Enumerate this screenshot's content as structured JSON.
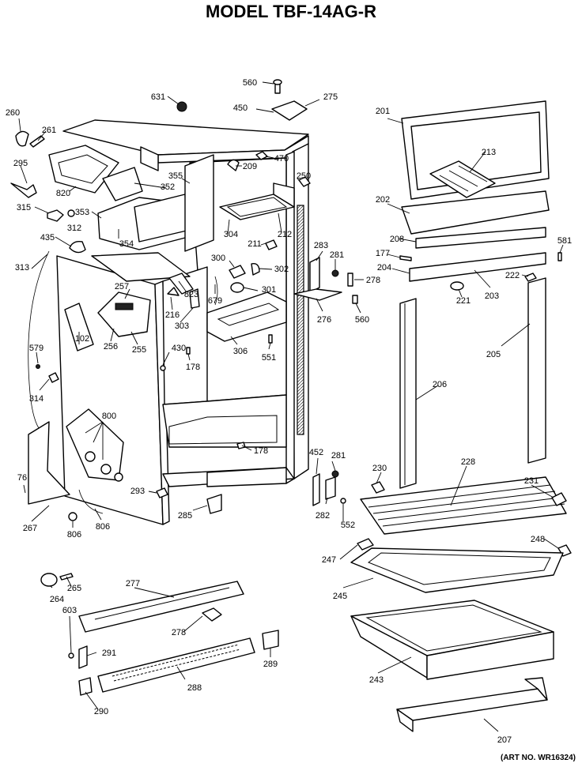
{
  "title": "MODEL TBF-14AG-R",
  "art_no": "(ART NO. WR16324)",
  "parts": [
    {
      "id": "p560a",
      "label": "560"
    },
    {
      "id": "p275",
      "label": "275"
    },
    {
      "id": "p631",
      "label": "631"
    },
    {
      "id": "p450",
      "label": "450"
    },
    {
      "id": "p260",
      "label": "260"
    },
    {
      "id": "p261",
      "label": "261"
    },
    {
      "id": "p470",
      "label": "470"
    },
    {
      "id": "p295",
      "label": "295"
    },
    {
      "id": "p355",
      "label": "355"
    },
    {
      "id": "p209",
      "label": "209"
    },
    {
      "id": "p250",
      "label": "250"
    },
    {
      "id": "p820",
      "label": "820"
    },
    {
      "id": "p352",
      "label": "352"
    },
    {
      "id": "p315",
      "label": "315"
    },
    {
      "id": "p353",
      "label": "353"
    },
    {
      "id": "p312",
      "label": "312"
    },
    {
      "id": "p354",
      "label": "354"
    },
    {
      "id": "p304",
      "label": "304"
    },
    {
      "id": "p211",
      "label": "211"
    },
    {
      "id": "p212",
      "label": "212"
    },
    {
      "id": "p435",
      "label": "435"
    },
    {
      "id": "p313",
      "label": "313"
    },
    {
      "id": "p300",
      "label": "300"
    },
    {
      "id": "p302",
      "label": "302"
    },
    {
      "id": "p283",
      "label": "283"
    },
    {
      "id": "p281a",
      "label": "281"
    },
    {
      "id": "p278",
      "label": "278"
    },
    {
      "id": "p257",
      "label": "257"
    },
    {
      "id": "p823",
      "label": "823"
    },
    {
      "id": "p679",
      "label": "679"
    },
    {
      "id": "p301",
      "label": "301"
    },
    {
      "id": "p216",
      "label": "216"
    },
    {
      "id": "p303",
      "label": "303"
    },
    {
      "id": "p276",
      "label": "276"
    },
    {
      "id": "p560b",
      "label": "560"
    },
    {
      "id": "p102",
      "label": "102"
    },
    {
      "id": "p256",
      "label": "256"
    },
    {
      "id": "p255",
      "label": "255"
    },
    {
      "id": "p306",
      "label": "306"
    },
    {
      "id": "p551",
      "label": "551"
    },
    {
      "id": "p430",
      "label": "430"
    },
    {
      "id": "p178a",
      "label": "178"
    },
    {
      "id": "p579",
      "label": "579"
    },
    {
      "id": "p314",
      "label": "314"
    },
    {
      "id": "p800",
      "label": "800"
    },
    {
      "id": "p178b",
      "label": "178"
    },
    {
      "id": "p452",
      "label": "452"
    },
    {
      "id": "p281b",
      "label": "281"
    },
    {
      "id": "p230",
      "label": "230"
    },
    {
      "id": "p76",
      "label": "76"
    },
    {
      "id": "p293",
      "label": "293"
    },
    {
      "id": "p282",
      "label": "282"
    },
    {
      "id": "p552",
      "label": "552"
    },
    {
      "id": "p267",
      "label": "267"
    },
    {
      "id": "p806a",
      "label": "806"
    },
    {
      "id": "p806b",
      "label": "806"
    },
    {
      "id": "p285",
      "label": "285"
    },
    {
      "id": "p201",
      "label": "201"
    },
    {
      "id": "p213",
      "label": "213"
    },
    {
      "id": "p202",
      "label": "202"
    },
    {
      "id": "p208",
      "label": "208"
    },
    {
      "id": "p581",
      "label": "581"
    },
    {
      "id": "p177",
      "label": "177"
    },
    {
      "id": "p204",
      "label": "204"
    },
    {
      "id": "p222",
      "label": "222"
    },
    {
      "id": "p221",
      "label": "221"
    },
    {
      "id": "p203",
      "label": "203"
    },
    {
      "id": "p205",
      "label": "205"
    },
    {
      "id": "p206",
      "label": "206"
    },
    {
      "id": "p228",
      "label": "228"
    },
    {
      "id": "p231",
      "label": "231"
    },
    {
      "id": "p248",
      "label": "248"
    },
    {
      "id": "p247",
      "label": "247"
    },
    {
      "id": "p245",
      "label": "245"
    },
    {
      "id": "p243",
      "label": "243"
    },
    {
      "id": "p207",
      "label": "207"
    },
    {
      "id": "p264",
      "label": "264"
    },
    {
      "id": "p265",
      "label": "265"
    },
    {
      "id": "p277",
      "label": "277"
    },
    {
      "id": "p603",
      "label": "603"
    },
    {
      "id": "p278b",
      "label": "278"
    },
    {
      "id": "p291",
      "label": "291"
    },
    {
      "id": "p289",
      "label": "289"
    },
    {
      "id": "p288",
      "label": "288"
    },
    {
      "id": "p290",
      "label": "290"
    }
  ]
}
